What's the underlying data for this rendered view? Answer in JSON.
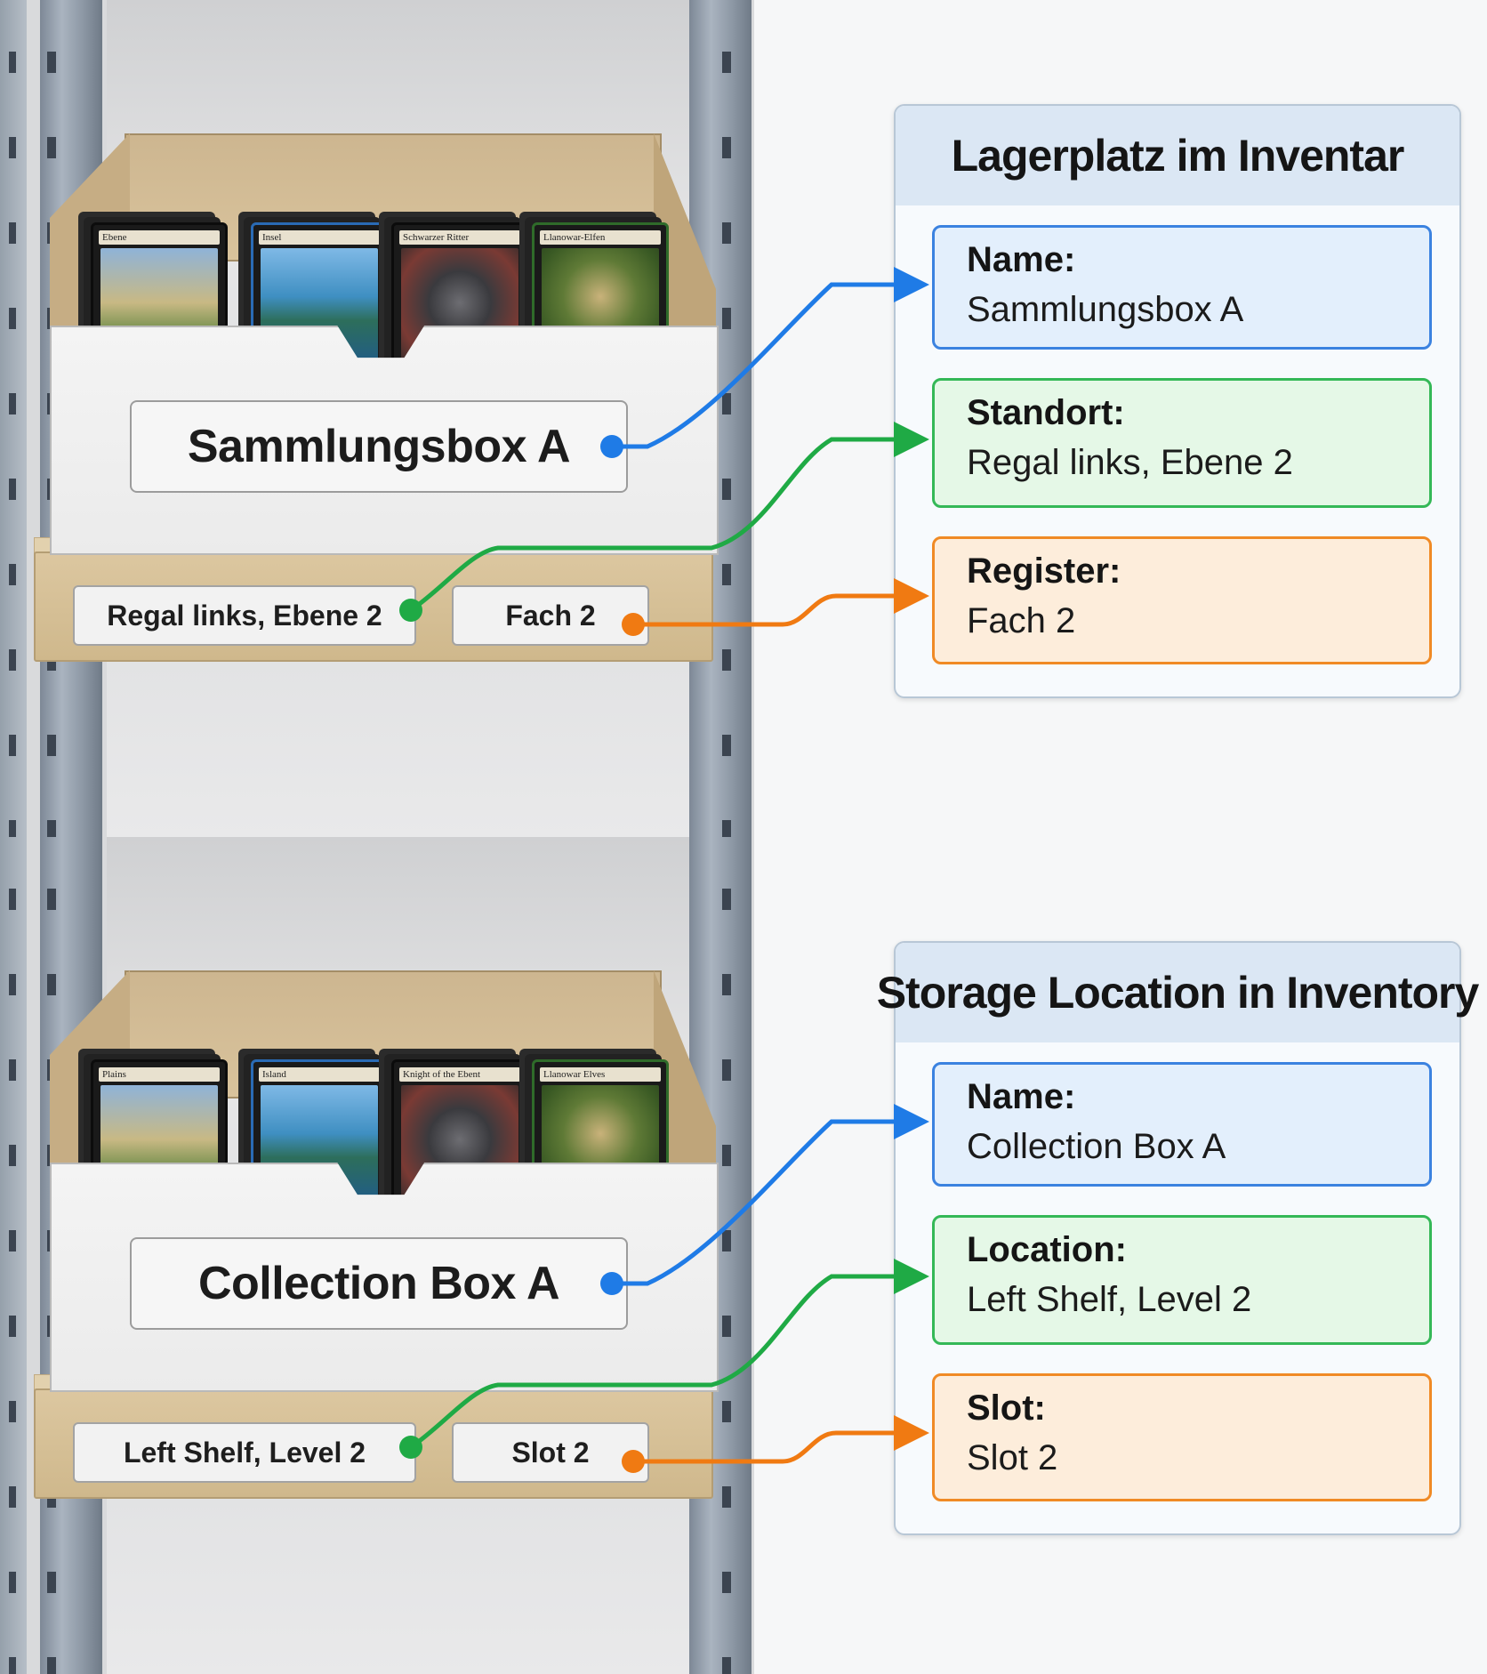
{
  "scenes": [
    {
      "language": "de",
      "box_label": "Sammlungsbox A",
      "shelf_tag_location": "Regal links, Ebene 2",
      "shelf_tag_slot": "Fach 2",
      "cards": [
        "Ebene",
        "Insel",
        "Schwarzer Ritter",
        "Llanowar-Elfen"
      ],
      "panel": {
        "title": "Lagerplatz im Inventar",
        "name_label": "Name:",
        "name_value": "Sammlungsbox A",
        "location_label": "Standort:",
        "location_value": "Regal links, Ebene 2",
        "slot_label": "Register:",
        "slot_value": "Fach 2"
      }
    },
    {
      "language": "en",
      "box_label": "Collection Box A",
      "shelf_tag_location": "Left Shelf, Level 2",
      "shelf_tag_slot": "Slot 2",
      "cards": [
        "Plains",
        "Island",
        "Knight of the Ebent",
        "Llanowar Elves"
      ],
      "panel": {
        "title": "Storage Location in Inventory",
        "name_label": "Name:",
        "name_value": "Collection Box A",
        "location_label": "Location:",
        "location_value": "Left Shelf, Level 2",
        "slot_label": "Slot:",
        "slot_value": "Slot 2"
      }
    }
  ],
  "colors": {
    "name_connector": "#1f7be6",
    "location_connector": "#1faa45",
    "slot_connector": "#f07a12"
  }
}
